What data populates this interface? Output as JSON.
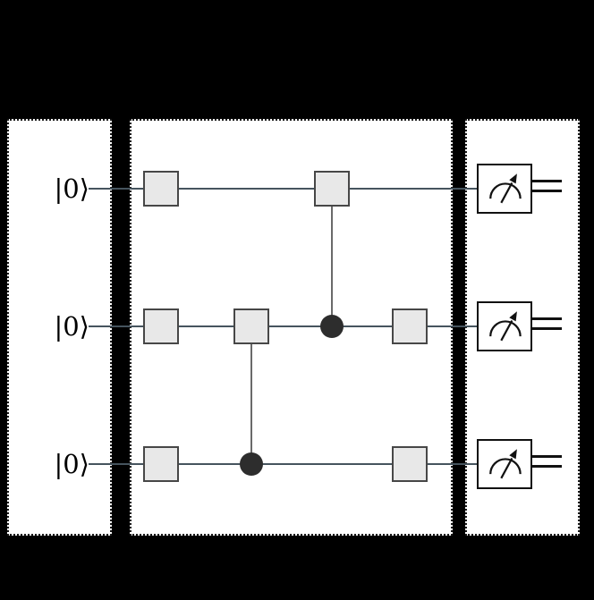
{
  "figure": {
    "type": "quantum-circuit",
    "num_qubits": 3
  },
  "qubits": [
    {
      "label": "|0⟩"
    },
    {
      "label": "|0⟩"
    },
    {
      "label": "|0⟩"
    }
  ],
  "circuit": {
    "columns": [
      {
        "ops": [
          {
            "kind": "gate-box",
            "qubits": [
              0
            ]
          },
          {
            "kind": "gate-box",
            "qubits": [
              1
            ]
          },
          {
            "kind": "gate-box",
            "qubits": [
              2
            ]
          }
        ]
      },
      {
        "ops": [
          {
            "kind": "controlled-gate",
            "target": 1,
            "control": 2
          }
        ]
      },
      {
        "ops": [
          {
            "kind": "controlled-gate",
            "target": 0,
            "control": 1
          }
        ]
      },
      {
        "ops": [
          {
            "kind": "gate-box",
            "qubits": [
              1
            ]
          },
          {
            "kind": "gate-box",
            "qubits": [
              2
            ]
          }
        ]
      }
    ],
    "measurements": [
      0,
      1,
      2
    ]
  },
  "colors": {
    "background": "#000000",
    "panel_bg": "#ffffff",
    "panel_border": "#1a1a1a",
    "wire": "#46545e",
    "gate_fill": "#e8e8e8",
    "gate_border": "#474747",
    "control_dot": "#2d2d2d",
    "connector": "#6a6a6a",
    "meter_stroke": "#111111",
    "classical_wire": "#111111"
  }
}
